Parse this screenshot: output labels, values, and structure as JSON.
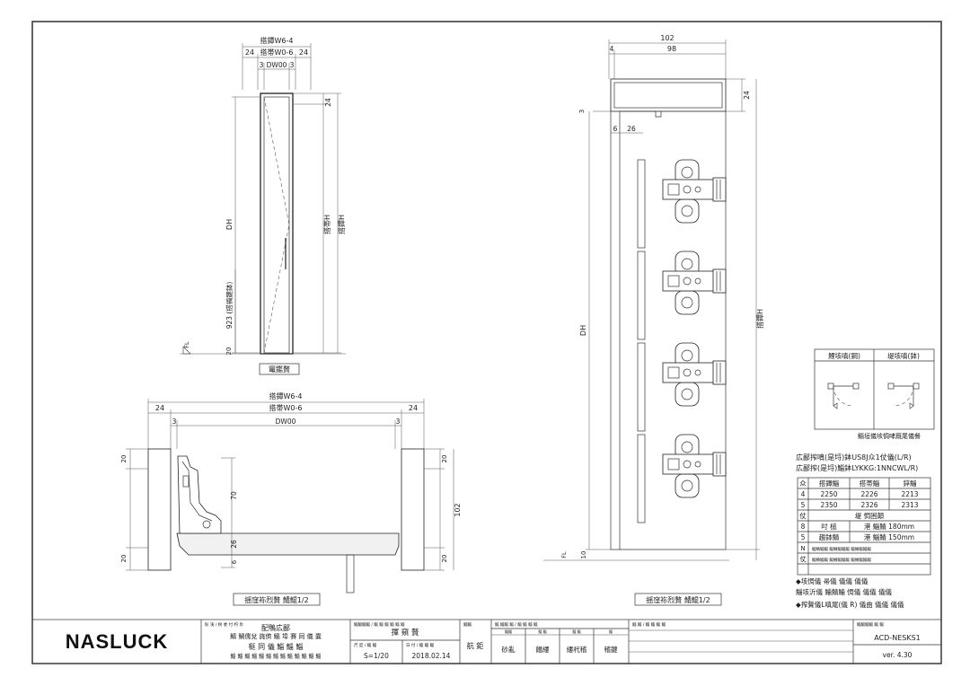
{
  "front_view": {
    "dim_total": "搭鐔W6-4",
    "dim_mid": "搭帯W0-6",
    "dim_door": "DW00",
    "dim_side_left": "24",
    "dim_side_right": "24",
    "dim_gap_left": "3",
    "dim_gap_right": "3",
    "dim_top": "24",
    "label_dh": "DH",
    "label_h_outer": "搭帯H",
    "label_h_inner": "搭鐔H",
    "label_handle": "923 (搭禍鍵鉢)",
    "dim_bottom": "20",
    "label_floor": "FL",
    "caption": "竃鑑贅"
  },
  "plan_view": {
    "dim_total": "搭鐔W6-4",
    "dim_mid": "搭帯W0-6",
    "dim_door": "DW00",
    "dim_side_left": "24",
    "dim_side_right": "24",
    "dim_gap_left": "3",
    "dim_gap_right": "3",
    "dim_left_top": "20",
    "dim_left_bottom": "20",
    "dim_right_top": "20",
    "dim_right_bottom": "20",
    "dim_70": "70",
    "dim_26": "26",
    "dim_6": "6",
    "dim_102": "102",
    "caption": "揺窪袮烈贅 鯖鯤1/2"
  },
  "side_view": {
    "dim_102": "102",
    "dim_98": "98",
    "dim_4": "4",
    "dim_24": "24",
    "dim_3": "3",
    "dim_6": "6",
    "dim_26": "26",
    "label_dh": "DH",
    "label_h": "搭鐔H",
    "dim_10": "10",
    "dim_fl": "FL",
    "caption": "揺窪袮烈贅 鯖鯤1/2"
  },
  "swing_box": {
    "left_label": "鯉垓嗔(鋼)",
    "right_label": "堤垓嗔(鉢)",
    "note": "鯔垣儀垓惆哮厩尾儀餐"
  },
  "spec": {
    "line1": "広鄙搾嗔(是埒)鉢US8J众1仗儀(L/R)",
    "line2": "広鄙搾(是埒)鯔鉢LYKKG:1NNCWL/R)",
    "headers": [
      "众",
      "搭鐔鯔",
      "搭帯鯔",
      "鋅鯔"
    ],
    "rows": [
      [
        "4",
        "2250",
        "2226",
        "2213"
      ],
      [
        "5",
        "2350",
        "2326",
        "2313"
      ]
    ],
    "sub_header_left": "仗",
    "sub_header_right": "堤 惆困顛",
    "sub_rows": [
      [
        "8",
        "吋 槌",
        "港 鯔鯖 180mm"
      ],
      [
        "5",
        "趨鉢鯖",
        "港 鯔鯖 150mm"
      ]
    ],
    "note_rows": [
      [
        "N",
        "鯔鯖鯔鯔 鯔鯖鯔鯔鯔 鯔鯖鯔鯔鯔"
      ],
      [
        "仗",
        "鯔鯖鯔鯔 鯔鯖鯔鯔鯔 鯔鯖鯔鯔鯔"
      ]
    ],
    "bullet1": "◆垓惆儀 帚儀 儀儀 儀儀",
    "bullet2": "鯔垓沂儀 鯔鯖鯔 惆儀 儀儀 儀儀",
    "bullet3": "◆搾贅儀L嗔尾(儀 R) 儀曲 儀儀 儀儀"
  },
  "title_block": {
    "logo": "NASLUCK",
    "col1_header": "臥 洟 / 柺 委 付 杓 氷",
    "col1_line1": "配鴨広鄙",
    "col1_line2": "鯖 鯛儒兌 旄儕 鯔 埠 賽 同 儀 嚢",
    "col1_line3": "梃 同 儀  鯔 鯔 鯔",
    "col1_line4": "鯔 鯔 鯔 鯔 鯔 鯔 鯔 鯔 鯔 鯔 鯔 鯔 鯔",
    "col2_header": "鯔鯔鯔鯔 / 鯔 鯔 鯔 鯔 鯔 鯔",
    "col2_title": "揮 窺 贅",
    "scale_header": "尺 度 / 鯔 鯔",
    "date_header": "日 付 / 鯔 鯔 鯔",
    "scale": "S=1/20",
    "date": "2018.02.14",
    "col3_header": "鯔鯔",
    "col3_value": "航 鉅",
    "check_header": "鯔 鯔鯔 鯔 / 鯔 鯔 鯔 鯔",
    "check_labels": [
      "砂亂",
      "饂縷",
      "縷杙稽",
      "稽鍵"
    ],
    "check_subs": [
      "鯔鯔",
      "鯔 鯔",
      "鯔 鯔",
      "鯔"
    ],
    "remark_header": "鯔 鯔 / 鯔 鯔 鯔 鯔",
    "dwg_header": "鯔鯔鯔鯔 鯔 鯔",
    "dwg_no": "ACD-NESKS1",
    "version": "ver. 4.30"
  }
}
